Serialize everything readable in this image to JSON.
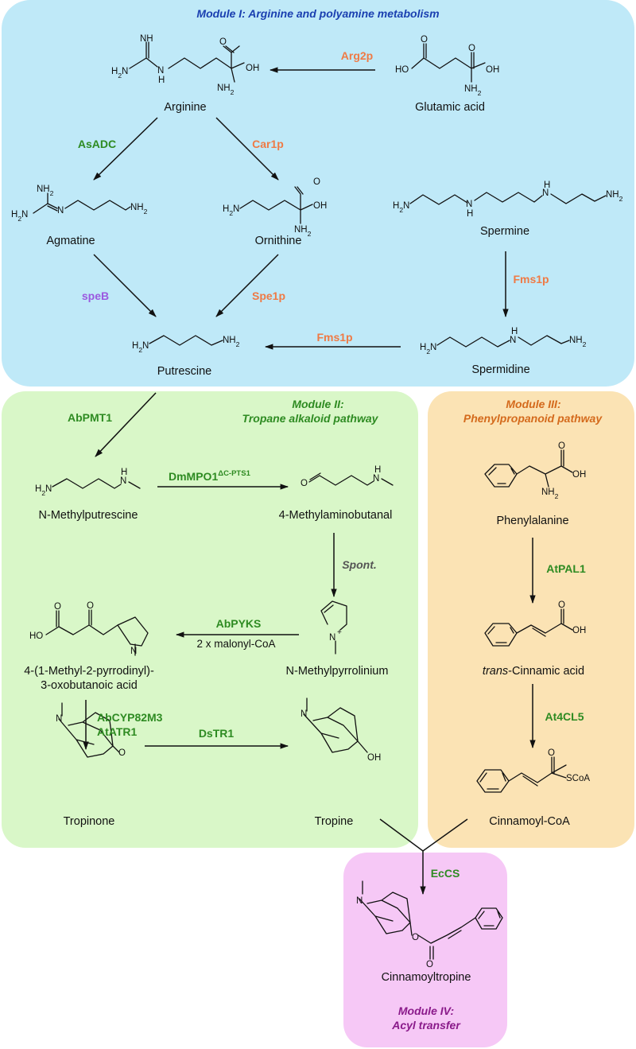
{
  "colors": {
    "module1_bg": "#bfe9f8",
    "module2_bg": "#d9f7c8",
    "module3_bg": "#fbe3b4",
    "module4_bg": "#f6c8f6",
    "module1_title": "#1a3fb0",
    "module2_title": "#2e8b22",
    "module3_title": "#d46a1c",
    "module4_title": "#8a1a8a",
    "enzyme_green": "#2e8b22",
    "enzyme_orange": "#ef7a45",
    "enzyme_purple": "#9b59e0",
    "spont_gray": "#555555"
  },
  "modules": {
    "m1": {
      "title": "Module I: Arginine and polyamine metabolism"
    },
    "m2": {
      "title_line1": "Module II:",
      "title_line2": "Tropane alkaloid pathway"
    },
    "m3": {
      "title_line1": "Module III:",
      "title_line2": "Phenylpropanoid pathway"
    },
    "m4": {
      "title_line1": "Module IV:",
      "title_line2": "Acyl transfer"
    }
  },
  "compounds": {
    "arginine": "Arginine",
    "glutamic_acid": "Glutamic acid",
    "agmatine": "Agmatine",
    "ornithine": "Ornithine",
    "spermine": "Spermine",
    "putrescine": "Putrescine",
    "spermidine": "Spermidine",
    "n_methylputrescine": "N-Methylputrescine",
    "methylaminobutanal": "4-Methylaminobutanal",
    "n_methylpyrrolinium": "N-Methylpyrrolinium",
    "oxobutanoic_line1": "4-(1-Methyl-2-pyrrodinyl)-",
    "oxobutanoic_line2": "3-oxobutanoic acid",
    "tropinone": "Tropinone",
    "tropine": "Tropine",
    "phenylalanine": "Phenylalanine",
    "cinnamic_italic": "trans",
    "cinnamic_rest": "-Cinnamic acid",
    "cinnamoyl_coa": "Cinnamoyl-CoA",
    "cinnamoyltropine": "Cinnamoyltropine"
  },
  "enzymes": {
    "arg2p": "Arg2p",
    "asadc": "AsADC",
    "car1p": "Car1p",
    "speb": "speB",
    "spe1p": "Spe1p",
    "fms1p_vertical": "Fms1p",
    "fms1p_horizontal": "Fms1p",
    "abpmt1": "AbPMT1",
    "dmmpo1": "DmMPO1",
    "dmmpo1_sup": "ΔC-PTS1",
    "spont": "Spont.",
    "abpyks": "AbPYKS",
    "malonyl": "2 x malonyl-CoA",
    "abcyp82m3": "AbCYP82M3",
    "atatr1": "AtATR1",
    "dstr1": "DsTR1",
    "atpal1": "AtPAL1",
    "at4cl5": "At4CL5",
    "eccs": "EcCS"
  },
  "atoms": {
    "NH": "NH",
    "H2N": "H2N",
    "N": "N",
    "H": "H",
    "NH2": "NH2",
    "OH": "OH",
    "HO": "HO",
    "O": "O",
    "SCoA": "SCoA",
    "plus": "+"
  }
}
